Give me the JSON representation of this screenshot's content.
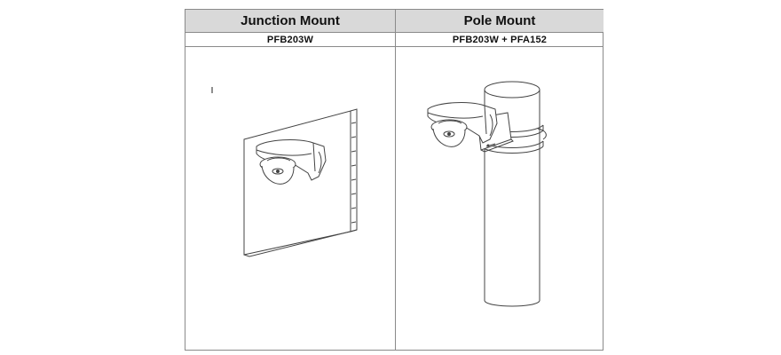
{
  "table": {
    "columns": [
      {
        "header": "Junction Mount",
        "accessory": "PFB203W",
        "illustration": "camera-on-wall-icon"
      },
      {
        "header": "Pole Mount",
        "accessory": "PFB203W + PFA152",
        "illustration": "camera-on-pole-icon"
      }
    ]
  },
  "colors": {
    "header_background": "#d9d9d9",
    "border": "#8a8a8a",
    "line_art": "#444444"
  }
}
